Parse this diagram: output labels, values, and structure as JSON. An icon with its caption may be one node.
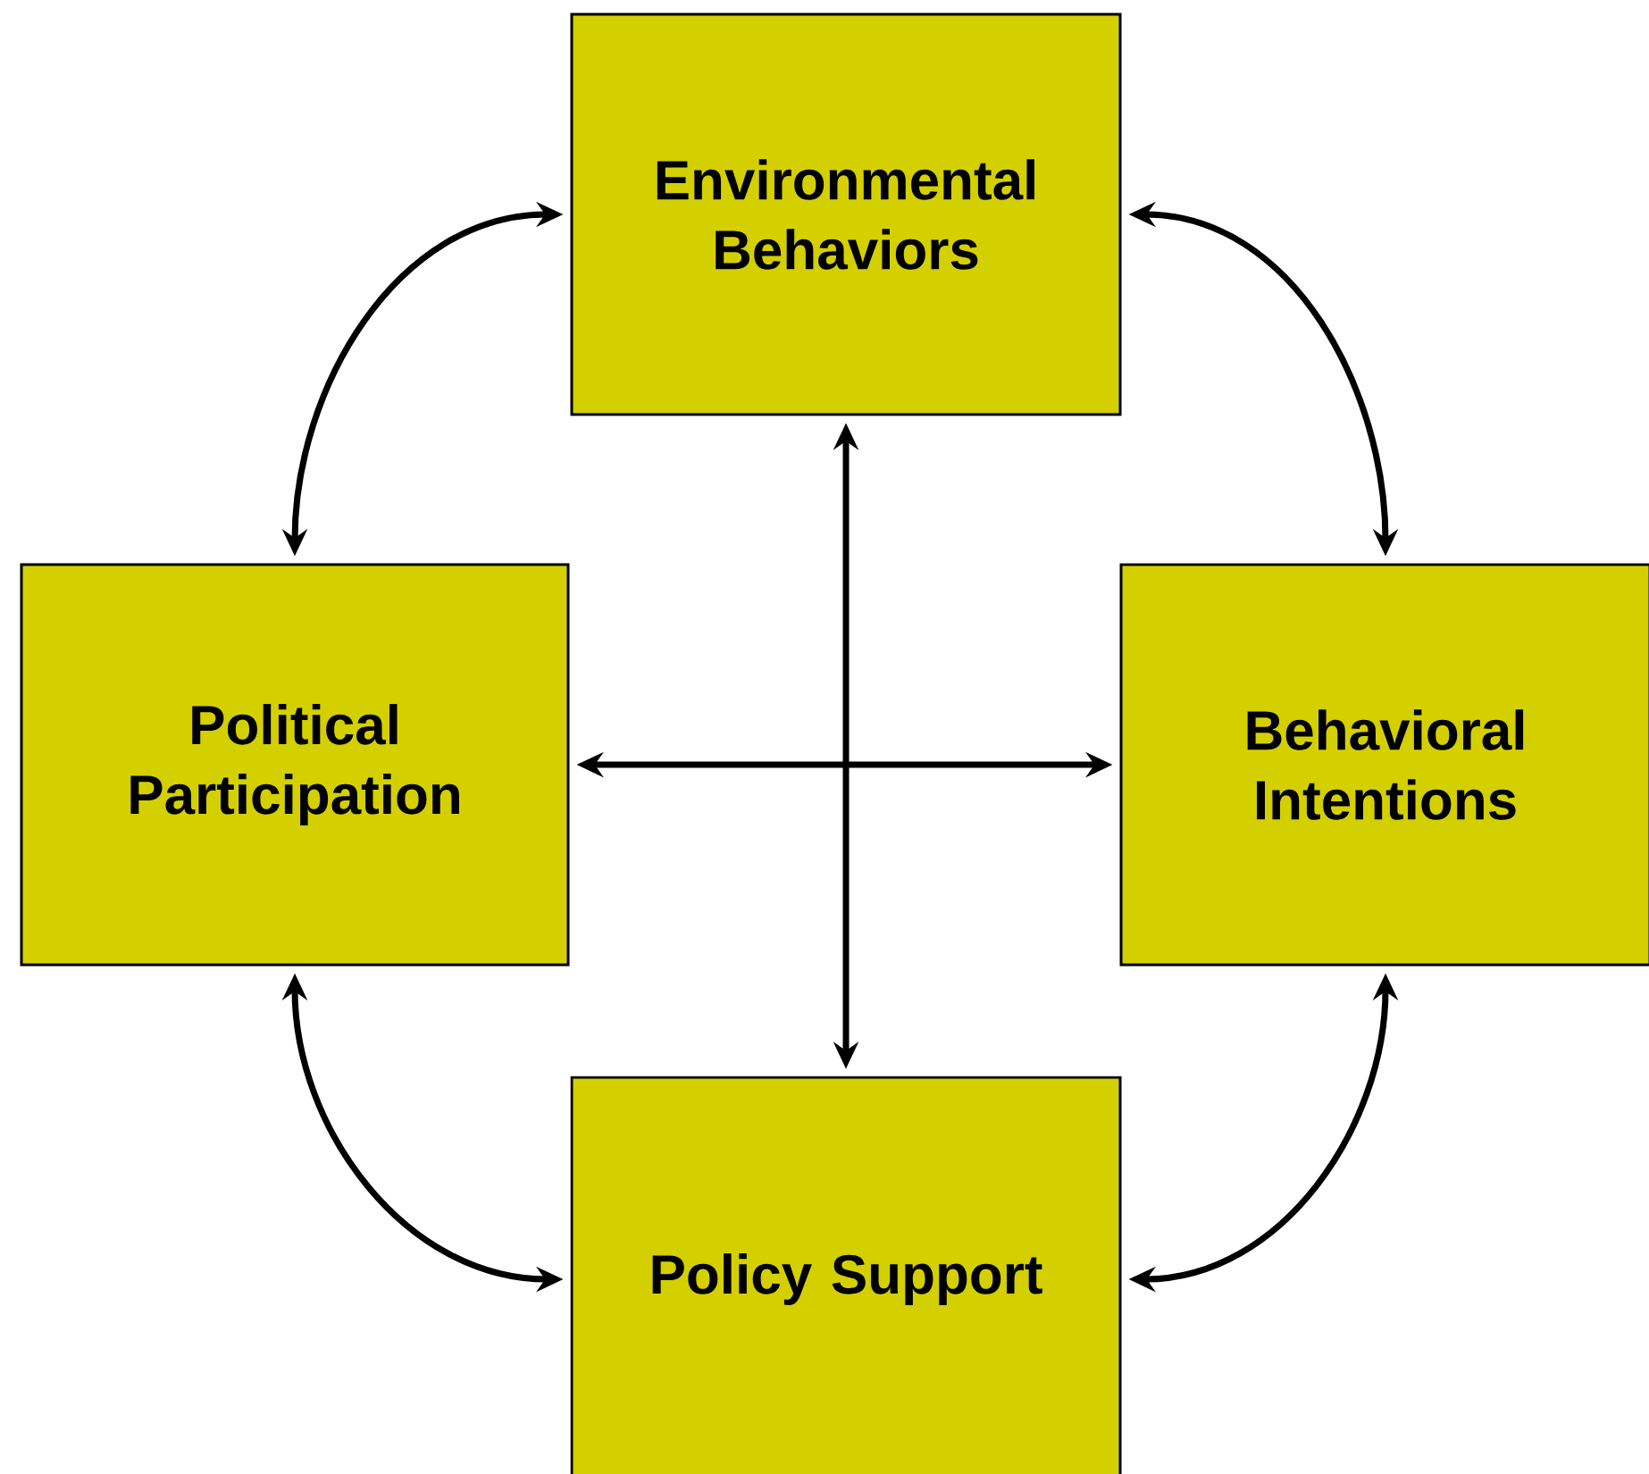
{
  "diagram": {
    "nodes": [
      {
        "text": [
          "Environmental Behaviors"
        ]
      },
      {
        "text": [
          "Political Participation"
        ]
      },
      {
        "text": [
          "Behavioral Intentions"
        ]
      },
      {
        "text": [
          "Policy Support"
        ]
      }
    ],
    "edges": [
      {
        "from": 0,
        "to": 1,
        "arrow": "both"
      },
      {
        "from": 0,
        "to": 2,
        "arrow": "both"
      },
      {
        "from": 1,
        "to": 2,
        "arrow": "both"
      },
      {
        "from": 0,
        "to": 3,
        "arrow": "both"
      },
      {
        "from": 1,
        "to": 3,
        "arrow": "both"
      },
      {
        "from": 2,
        "to": 3,
        "arrow": "both"
      }
    ]
  }
}
